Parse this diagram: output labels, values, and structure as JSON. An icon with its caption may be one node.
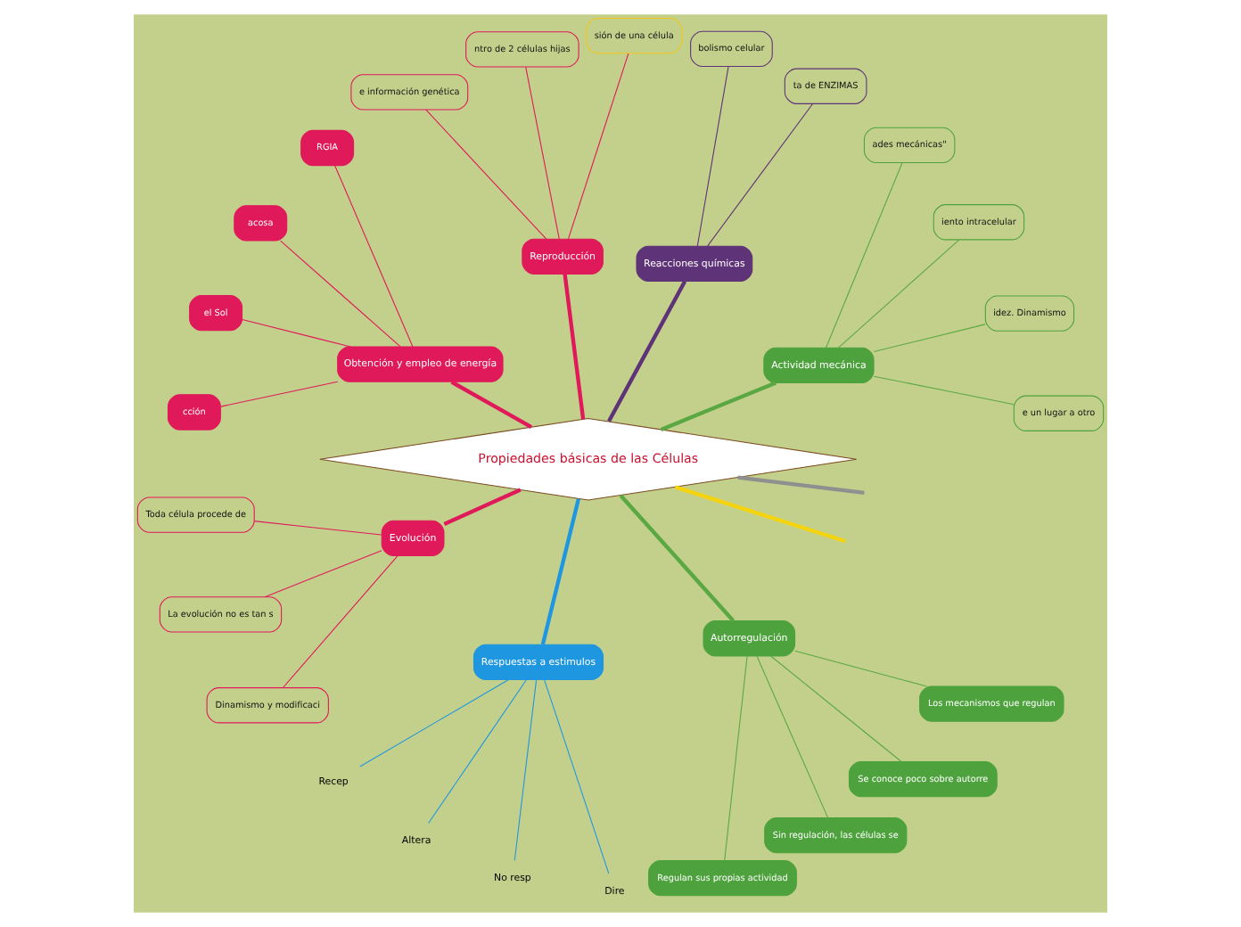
{
  "diagram": {
    "nodes": [
      {
        "text": [
          "Propiedades básicas de las Células"
        ]
      },
      {
        "text": [
          "Actividad mecánica"
        ]
      },
      {
        "text": [
          "e un lugar a otro"
        ]
      },
      {
        "text": [
          "idez. Dinamismo"
        ]
      },
      {
        "text": [
          "iento intracelular"
        ]
      },
      {
        "text": [
          "ades mecánicas\""
        ]
      },
      {
        "text": [
          "Reacciones químicas"
        ]
      },
      {
        "text": [
          "ta de ENZIMAS"
        ]
      },
      {
        "text": [
          "bolismo celular"
        ]
      },
      {
        "text": [
          "Reproducción"
        ]
      },
      {
        "text": [
          "sión de una célula"
        ]
      },
      {
        "text": [
          "ntro de 2 células hijas"
        ]
      },
      {
        "text": [
          "e información genética"
        ]
      },
      {
        "text": [
          "Obtención y empleo de energía"
        ]
      },
      {
        "text": [
          "RGIA"
        ]
      },
      {
        "text": [
          "acosa"
        ]
      },
      {
        "text": [
          "el Sol"
        ]
      },
      {
        "text": [
          "cción"
        ]
      },
      {
        "text": [
          "Evolución"
        ]
      },
      {
        "text": [
          "Toda célula procede de"
        ]
      },
      {
        "text": [
          "La evolución no es tan s"
        ]
      },
      {
        "text": [
          "Dinamismo y modificaci"
        ]
      },
      {
        "text": [
          "Respuestas a estimulos"
        ]
      },
      {
        "text": [
          "Recep"
        ]
      },
      {
        "text": [
          "Altera"
        ]
      },
      {
        "text": [
          "No resp"
        ]
      },
      {
        "text": [
          "Dire"
        ]
      },
      {
        "text": [
          "Autorregulación"
        ]
      },
      {
        "text": [
          "Regulan sus propias actividad"
        ]
      },
      {
        "text": [
          "Sin regulación, las células se"
        ]
      },
      {
        "text": [
          "Se conoce poco sobre autorre"
        ]
      },
      {
        "text": [
          "Los mecanismos que regulan"
        ]
      }
    ],
    "edges": [
      {
        "from": 0,
        "to": 1,
        "arrow": "none",
        "style": "thick",
        "color": "#5aa843"
      },
      {
        "from": 1,
        "to": 2,
        "arrow": "none",
        "color": "#5aa843"
      },
      {
        "from": 1,
        "to": 3,
        "arrow": "none",
        "color": "#5aa843"
      },
      {
        "from": 1,
        "to": 4,
        "arrow": "none",
        "color": "#5aa843"
      },
      {
        "from": 1,
        "to": 5,
        "arrow": "none",
        "color": "#5aa843"
      },
      {
        "from": 0,
        "to": 6,
        "arrow": "none",
        "style": "thick",
        "color": "#5e3377"
      },
      {
        "from": 6,
        "to": 7,
        "arrow": "none",
        "color": "#5e3377"
      },
      {
        "from": 6,
        "to": 8,
        "arrow": "none",
        "color": "#5e3377"
      },
      {
        "from": 0,
        "to": 9,
        "arrow": "none",
        "style": "thick"
      },
      {
        "from": 9,
        "to": 10,
        "arrow": "none"
      },
      {
        "from": 9,
        "to": 11,
        "arrow": "none"
      },
      {
        "from": 9,
        "to": 12,
        "arrow": "none"
      },
      {
        "from": 0,
        "to": 13,
        "arrow": "none",
        "style": "thick"
      },
      {
        "from": 13,
        "to": 14,
        "arrow": "none"
      },
      {
        "from": 13,
        "to": 15,
        "arrow": "none"
      },
      {
        "from": 13,
        "to": 16,
        "arrow": "none"
      },
      {
        "from": 13,
        "to": 17,
        "arrow": "none"
      },
      {
        "from": 0,
        "to": null,
        "arrow": "none",
        "style": "thick",
        "color": "#f5d40f"
      },
      {
        "from": 0,
        "to": 18,
        "arrow": "none",
        "style": "thick"
      },
      {
        "from": 18,
        "to": 19,
        "arrow": "none"
      },
      {
        "from": 18,
        "to": 20,
        "arrow": "none"
      },
      {
        "from": 18,
        "to": 21,
        "arrow": "none"
      },
      {
        "from": 0,
        "to": 22,
        "arrow": "none",
        "style": "thick",
        "color": "#1e96e0"
      },
      {
        "from": 22,
        "to": 23,
        "arrow": "none",
        "color": "#1e96e0"
      },
      {
        "from": 22,
        "to": 24,
        "arrow": "none",
        "color": "#1e96e0"
      },
      {
        "from": 22,
        "to": 25,
        "arrow": "none",
        "color": "#1e96e0"
      },
      {
        "from": 22,
        "to": 26,
        "arrow": "none",
        "color": "#1e96e0"
      },
      {
        "from": 0,
        "to": null,
        "arrow": "none",
        "style": "thick",
        "color": "#8f8f8f"
      },
      {
        "from": 0,
        "to": 27,
        "arrow": "none",
        "style": "thick",
        "color": "#5aa843"
      },
      {
        "from": 27,
        "to": 28,
        "arrow": "none",
        "color": "#5aa843"
      },
      {
        "from": 27,
        "to": 29,
        "arrow": "none",
        "color": "#5aa843"
      },
      {
        "from": 27,
        "to": 30,
        "arrow": "none",
        "color": "#5aa843"
      },
      {
        "from": 27,
        "to": 31,
        "arrow": "none",
        "color": "#5aa843"
      }
    ]
  }
}
